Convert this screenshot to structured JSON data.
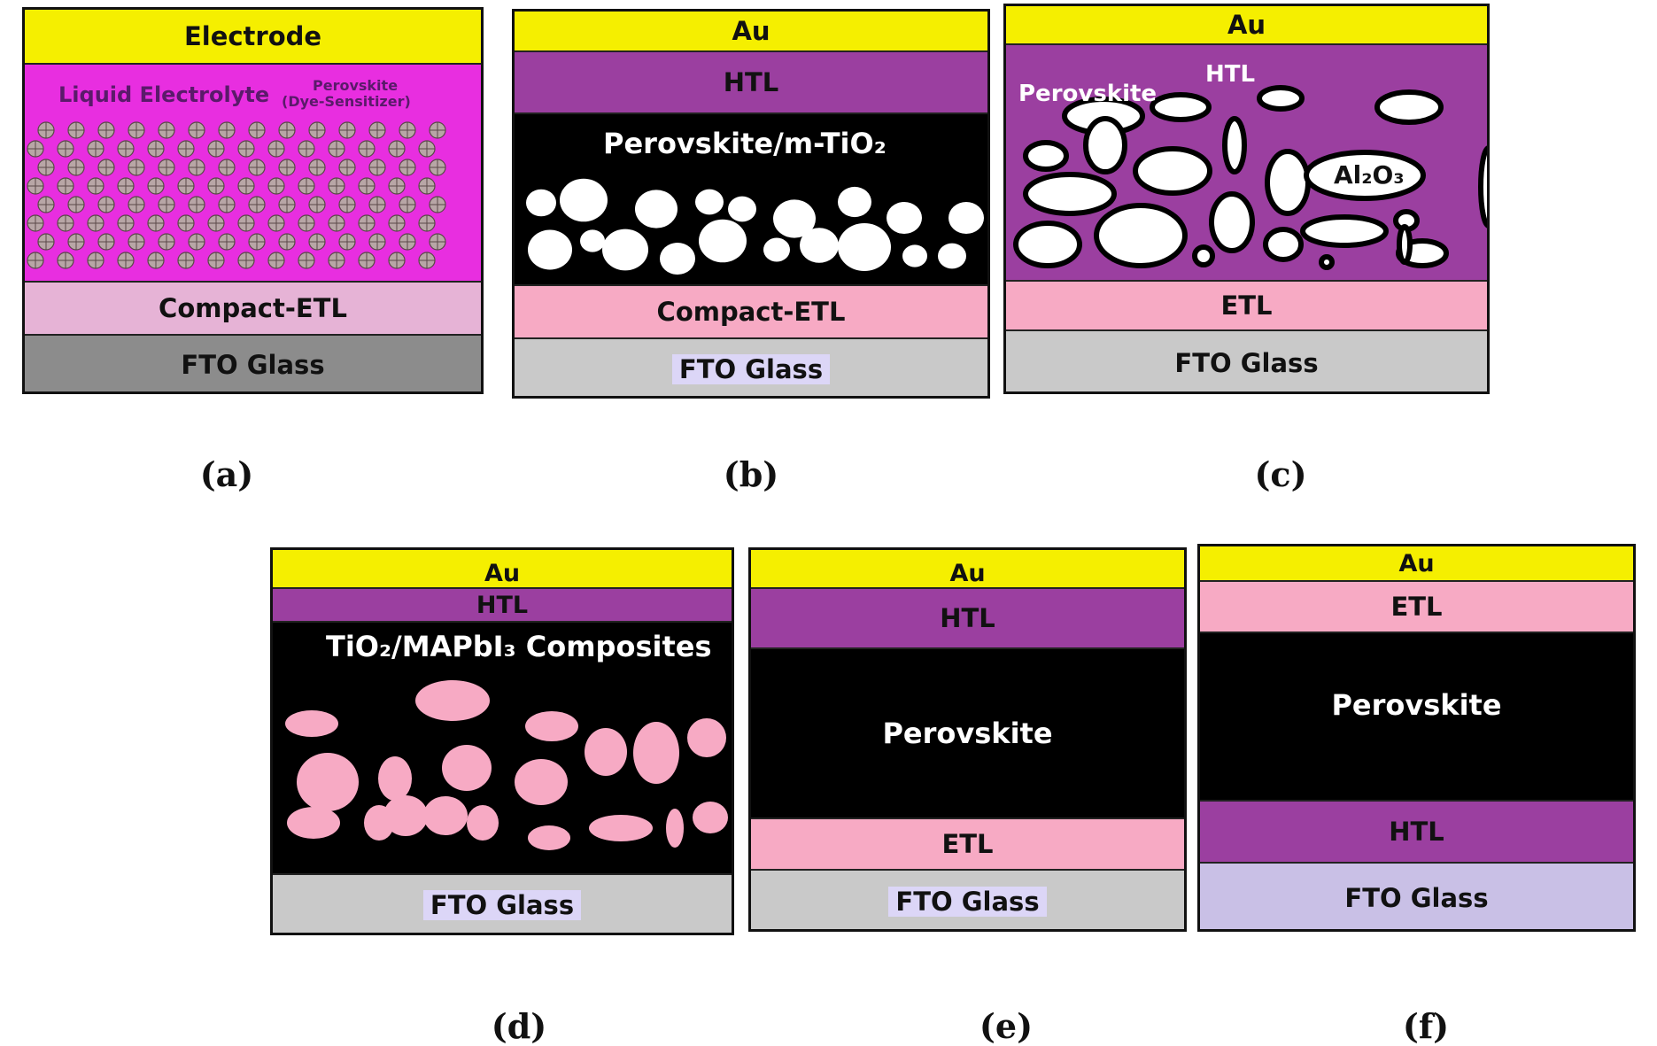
{
  "panels": {
    "a": {
      "caption": "(a)",
      "layers": {
        "electrode": "Electrode",
        "liquid_electrolyte": "Liquid Electrolyte",
        "perovskite_sensitizer": "Perovskite",
        "perovskite_sensitizer_note": "(Dye-Sensitizer)",
        "compact_etl": "Compact-ETL",
        "fto_glass": "FTO Glass"
      }
    },
    "b": {
      "caption": "(b)",
      "layers": {
        "au": "Au",
        "htl": "HTL",
        "perovskite_mtio2": "Perovskite/m-TiO₂",
        "compact_etl": "Compact-ETL",
        "fto_glass": "FTO Glass"
      }
    },
    "c": {
      "caption": "(c)",
      "layers": {
        "au": "Au",
        "perovskite": "Perovskite",
        "htl": "HTL",
        "al2o3": "Al₂O₃",
        "etl": "ETL",
        "fto_glass": "FTO Glass"
      }
    },
    "d": {
      "caption": "(d)",
      "layers": {
        "au": "Au",
        "htl": "HTL",
        "composites": "TiO₂/MAPbI₃ Composites",
        "fto_glass": "FTO Glass"
      }
    },
    "e": {
      "caption": "(e)",
      "layers": {
        "au": "Au",
        "htl": "HTL",
        "perovskite": "Perovskite",
        "etl": "ETL",
        "fto_glass": "FTO Glass"
      }
    },
    "f": {
      "caption": "(f)",
      "layers": {
        "au": "Au",
        "etl": "ETL",
        "perovskite": "Perovskite",
        "htl": "HTL",
        "fto_glass": "FTO Glass"
      }
    }
  },
  "colors": {
    "gold": "#f5ef00",
    "magenta": "#e82ee0",
    "htl_purple": "#9b3fa0",
    "pink": "#f7aac4",
    "light_pink": "#e6b3d6",
    "light_gray": "#c9c9c9",
    "dark_gray": "#8c8c8c",
    "lavender": "#c9c0e6",
    "black": "#000000"
  }
}
